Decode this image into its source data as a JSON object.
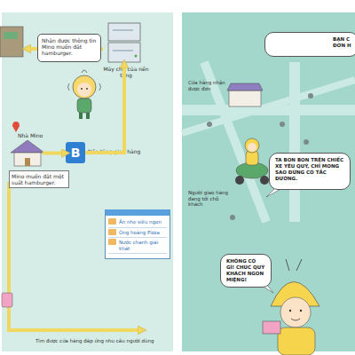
{
  "diagram": {
    "nodes": [
      {
        "text": [
          "Nhận được thông tin Mino muốn đặt hamburger."
        ]
      },
      {
        "text": [
          "Máy chủ của nền tảng"
        ]
      },
      {
        "text": [
          "Nhà Mino",
          "Mino muốn đặt một suất hamburger."
        ]
      },
      {
        "text": [
          "B",
          "Nền tảng giao hàng"
        ]
      },
      {
        "text": [
          "Ăn nhẹ siêu ngon",
          "Ông hoàng Pizza",
          "Nước chanh giải khát"
        ]
      },
      {
        "text": [
          "BẠN C ĐƠN H"
        ]
      },
      {
        "text": [
          "TA BON BON TRÊN CHIẾC XE YÊU QUÝ, CHỈ MONG SAO ĐỪNG CÓ TẮC ĐƯỜNG."
        ]
      },
      {
        "text": [
          "KHÔNG CÓ GÌ! CHÚC QUÝ KHÁCH NGON MIỆNG!"
        ]
      }
    ],
    "edges": [
      {
        "from": 2,
        "to": 3,
        "arrow": "to"
      },
      {
        "from": 3,
        "to": 1,
        "arrow": "to"
      }
    ],
    "labels": [
      "Cửa hàng nhận được đơn",
      "Người giao hàng đang tới chỗ khách",
      "Tìm được cửa hàng đáp ứng nhu cầu người dùng"
    ]
  }
}
